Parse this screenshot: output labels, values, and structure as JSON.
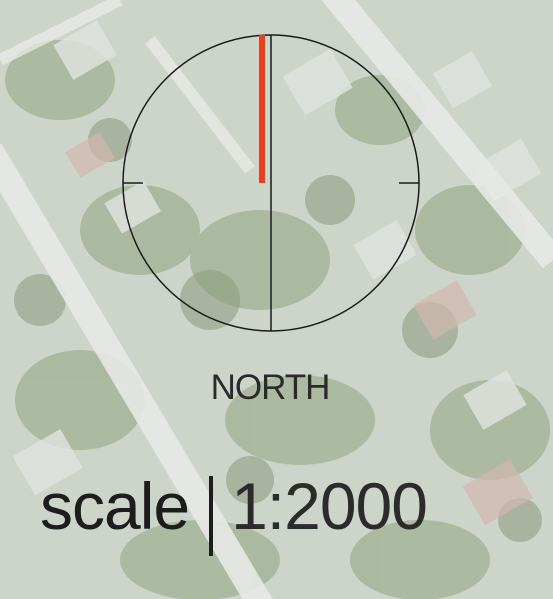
{
  "compass": {
    "label": "NORTH",
    "needle_color": "#e8401c",
    "ring_color": "#1a1a1a"
  },
  "scale": {
    "word": "scale",
    "divider": "|",
    "value": "1:2000"
  },
  "background": {
    "kind": "aerial-photo",
    "palette": [
      "#c9cfc6",
      "#9fae8f",
      "#6f8560",
      "#d8dcd6",
      "#c4a49a"
    ]
  }
}
